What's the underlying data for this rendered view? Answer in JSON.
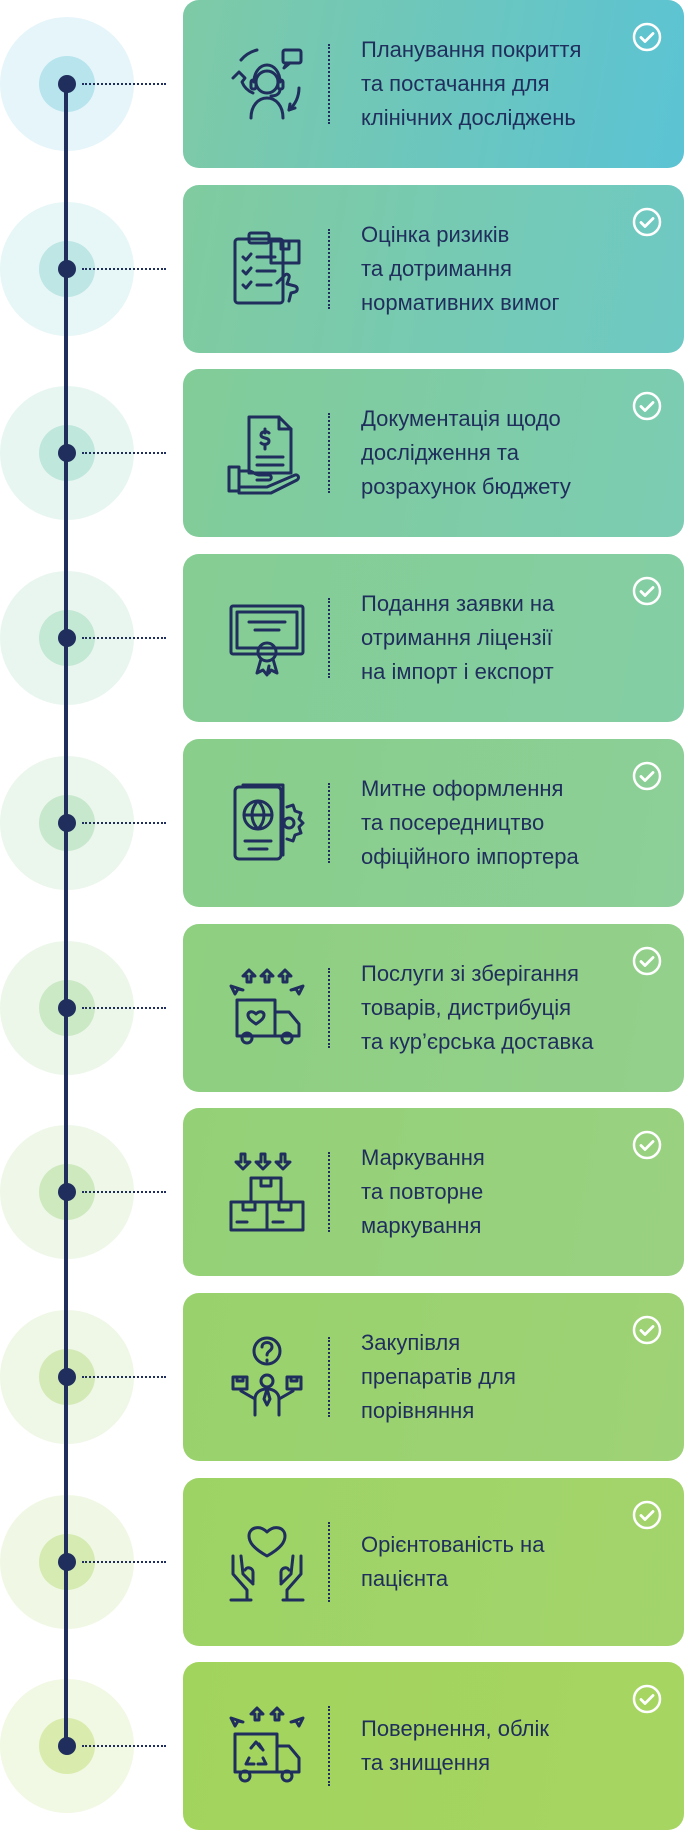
{
  "colors": {
    "line": "#1f2e5c",
    "text": "#1f2e5c"
  },
  "steps": [
    {
      "label": "Планування покриття\nта постачання для\nклінічних досліджень",
      "icon": "headset-operator-icon",
      "grad": [
        "#7ecaa6",
        "#5bc3d4"
      ],
      "halo": [
        "#e6f5fa",
        "#b7e4ed"
      ]
    },
    {
      "label": "Оцінка ризиків\nта дотримання\nнормативних вимог",
      "icon": "clipboard-checklist-icon",
      "grad": [
        "#80cb9f",
        "#6ec9c4"
      ],
      "halo": [
        "#e7f6f6",
        "#bde6e4"
      ]
    },
    {
      "label": "Документація щодо\nдослідження та\nрозрахунок бюджету",
      "icon": "invoice-hand-icon",
      "grad": [
        "#82cc98",
        "#7bccb3"
      ],
      "halo": [
        "#e8f6f2",
        "#c0e7dc"
      ]
    },
    {
      "label": "Подання заявки на\nотримання ліцензії\nна імпорт і експорт",
      "icon": "certificate-icon",
      "grad": [
        "#85cd92",
        "#84cea5"
      ],
      "halo": [
        "#e9f6ef",
        "#c3e8d4"
      ]
    },
    {
      "label": "Митне оформлення\nта посередництво\nофіційного імпортера",
      "icon": "passport-globe-icon",
      "grad": [
        "#89ce8a",
        "#8ccf98"
      ],
      "halo": [
        "#ebf6ec",
        "#c7e8cc"
      ]
    },
    {
      "label": "Послуги зі зберігання\nтоварів, дистрибуція\nта кур’єрська доставка",
      "icon": "delivery-truck-icon",
      "grad": [
        "#8ecf80",
        "#93d08c"
      ],
      "halo": [
        "#ecf7ea",
        "#cbe9c5"
      ]
    },
    {
      "label": "Маркування\nта повторне\nмаркування",
      "icon": "boxes-arrows-icon",
      "grad": [
        "#94d176",
        "#99d181"
      ],
      "halo": [
        "#eef7e8",
        "#cfe9be"
      ]
    },
    {
      "label": "Закупівля\nпрепаратів для\nпорівняння",
      "icon": "person-question-icon",
      "grad": [
        "#99d26c",
        "#9ed276"
      ],
      "halo": [
        "#eff7e6",
        "#d3eab7"
      ]
    },
    {
      "label": "Орієнтованість на\nпацієнта",
      "icon": "hands-heart-icon",
      "grad": [
        "#9dd365",
        "#a3d46c"
      ],
      "halo": [
        "#f0f8e5",
        "#d6ebb2"
      ]
    },
    {
      "label": "Повернення, облік\nта знищення",
      "icon": "recycle-truck-icon",
      "grad": [
        "#a1d45d",
        "#a7d562"
      ],
      "halo": [
        "#f1f8e3",
        "#d9ecad"
      ]
    }
  ]
}
